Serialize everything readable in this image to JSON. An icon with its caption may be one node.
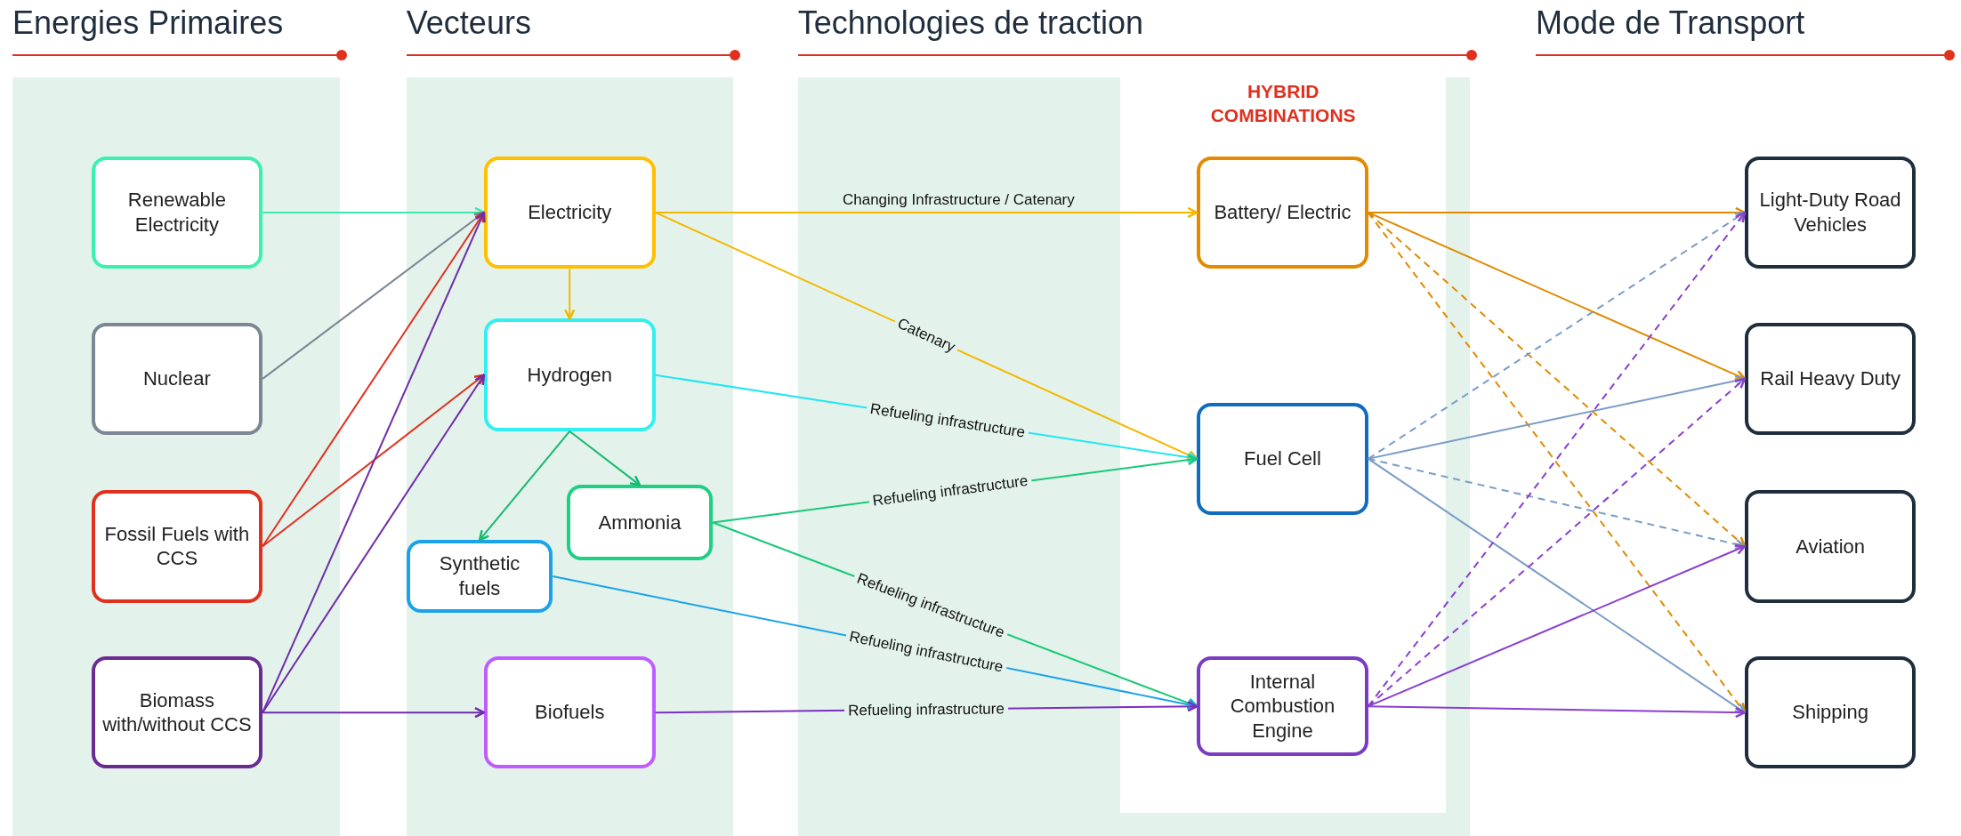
{
  "diagram": {
    "nodes": [
      {
        "text": [
          "Renewable Electricity"
        ]
      },
      {
        "text": [
          "Nuclear"
        ]
      },
      {
        "text": [
          "Fossil Fuels with CCS"
        ]
      },
      {
        "text": [
          "Biomass with/without CCS"
        ]
      },
      {
        "text": [
          "Electricity"
        ]
      },
      {
        "text": [
          "Hydrogen"
        ]
      },
      {
        "text": [
          "Ammonia"
        ]
      },
      {
        "text": [
          "Synthetic fuels"
        ]
      },
      {
        "text": [
          "Biofuels"
        ]
      },
      {
        "text": [
          "HYBRID COMBINATIONS"
        ]
      },
      {
        "text": [
          "Battery/ Electric"
        ],
        "in": 9
      },
      {
        "text": [
          "Fuel Cell"
        ],
        "in": 9
      },
      {
        "text": [
          "Internal Combustion Engine"
        ],
        "in": 9
      },
      {
        "text": [
          "Light-Duty Road Vehicles"
        ]
      },
      {
        "text": [
          "Rail Heavy Duty"
        ]
      },
      {
        "text": [
          "Aviation"
        ]
      },
      {
        "text": [
          "Shipping"
        ]
      }
    ],
    "edges": [
      {
        "from": 0,
        "to": 4,
        "arrow": "to",
        "color": "#3de8b0"
      },
      {
        "from": 1,
        "to": 4,
        "arrow": "to",
        "color": "#7a8691"
      },
      {
        "from": 2,
        "to": 4,
        "arrow": "to",
        "color": "#e0301e"
      },
      {
        "from": 2,
        "to": 5,
        "arrow": "to",
        "color": "#e0301e"
      },
      {
        "from": 3,
        "to": 4,
        "arrow": "to",
        "color": "#6f2da8"
      },
      {
        "from": 3,
        "to": 5,
        "arrow": "to",
        "color": "#6f2da8"
      },
      {
        "from": 3,
        "to": 8,
        "arrow": "to",
        "color": "#6f2da8"
      },
      {
        "from": 4,
        "to": 5,
        "arrow": "to",
        "color": "#f5b800"
      },
      {
        "from": 4,
        "to": 10,
        "arrow": "to",
        "label": "Changing Infrastructure / Catenary",
        "color": "#f5b800"
      },
      {
        "from": 4,
        "to": 11,
        "arrow": "to",
        "label": "Catenary",
        "color": "#f5b800"
      },
      {
        "from": 5,
        "to": 11,
        "arrow": "to",
        "label": "Refueling infrastructure",
        "color": "#22e6f0"
      },
      {
        "from": 5,
        "to": 6,
        "arrow": "to",
        "color": "#18b870"
      },
      {
        "from": 5,
        "to": 7,
        "arrow": "to",
        "color": "#18b870"
      },
      {
        "from": 6,
        "to": 11,
        "arrow": "to",
        "label": "Refueling infrastructure",
        "color": "#18c878"
      },
      {
        "from": 6,
        "to": 12,
        "arrow": "to",
        "label": "Refueling infrastructure",
        "color": "#18c878"
      },
      {
        "from": 7,
        "to": 12,
        "arrow": "to",
        "label": "Refueling infrastructure",
        "color": "#1aa3e8"
      },
      {
        "from": 8,
        "to": 12,
        "arrow": "to",
        "label": "Refueling infrastructure",
        "color": "#7b2fbf"
      },
      {
        "from": 10,
        "to": 13,
        "arrow": "to",
        "color": "#e08a00"
      },
      {
        "from": 10,
        "to": 14,
        "arrow": "to",
        "color": "#e08a00"
      },
      {
        "from": 10,
        "to": 15,
        "arrow": "to",
        "style": "dashed",
        "color": "#e08a00"
      },
      {
        "from": 10,
        "to": 16,
        "arrow": "to",
        "style": "dashed",
        "color": "#e08a00"
      },
      {
        "from": 11,
        "to": 13,
        "arrow": "to",
        "style": "dashed",
        "color": "#7b9cc4"
      },
      {
        "from": 11,
        "to": 14,
        "arrow": "to",
        "color": "#7b9cc4"
      },
      {
        "from": 11,
        "to": 15,
        "arrow": "to",
        "style": "dashed",
        "color": "#7b9cc4"
      },
      {
        "from": 11,
        "to": 16,
        "arrow": "to",
        "color": "#7b9cc4"
      },
      {
        "from": 12,
        "to": 13,
        "arrow": "to",
        "style": "dashed",
        "color": "#8a3fd1"
      },
      {
        "from": 12,
        "to": 14,
        "arrow": "to",
        "style": "dashed",
        "color": "#8a3fd1"
      },
      {
        "from": 12,
        "to": 15,
        "arrow": "to",
        "color": "#8a3fd1"
      },
      {
        "from": 12,
        "to": 16,
        "arrow": "to",
        "color": "#8a3fd1"
      }
    ],
    "labels": [
      "Energies Primaires",
      "Vecteurs",
      "Technologies de traction",
      "Mode de Transport"
    ]
  }
}
